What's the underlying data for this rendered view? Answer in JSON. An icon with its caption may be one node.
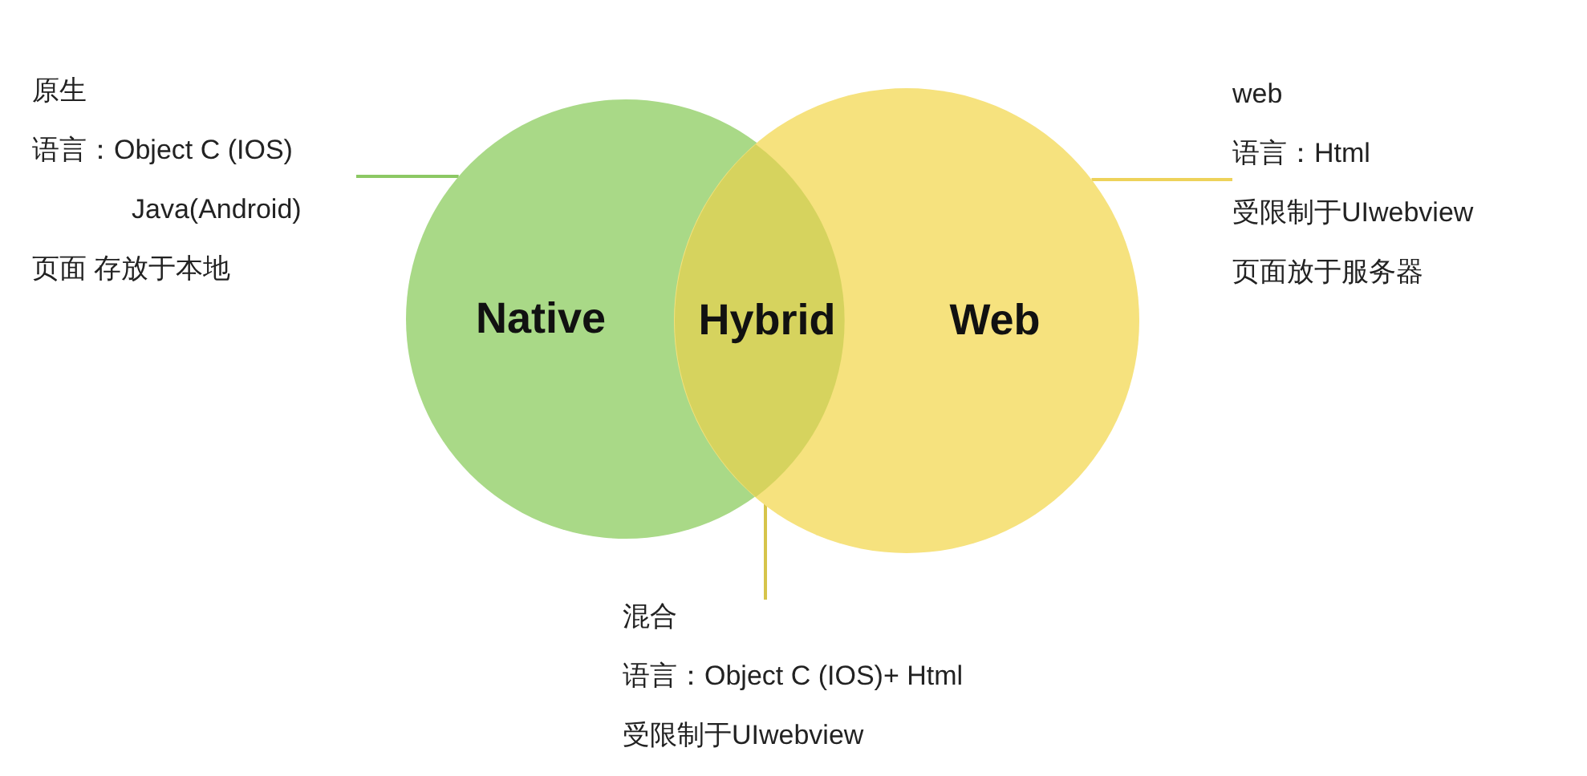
{
  "diagram": {
    "nodes": [
      {
        "text": [
          "Native"
        ]
      },
      {
        "text": [
          "Web"
        ]
      },
      {
        "text": [
          "Hybrid"
        ]
      },
      {
        "text": [
          "原生",
          "语言：Object C (IOS) Java(Android)",
          "页面 存放于本地"
        ]
      },
      {
        "text": [
          "web",
          "语言：Html",
          "受限制于UIwebview",
          "页面放于服务器"
        ]
      },
      {
        "text": [
          "混合",
          "语言：Object C (IOS)+ Html",
          "受限制于UIwebview"
        ]
      }
    ],
    "edges": [
      {
        "from": 3,
        "to": 0,
        "arrow": "none",
        "color": "#8cc864"
      },
      {
        "from": 4,
        "to": 1,
        "arrow": "none",
        "color": "#eed25a"
      },
      {
        "from": 5,
        "to": 2,
        "arrow": "none",
        "color": "#d6c44a"
      }
    ]
  }
}
